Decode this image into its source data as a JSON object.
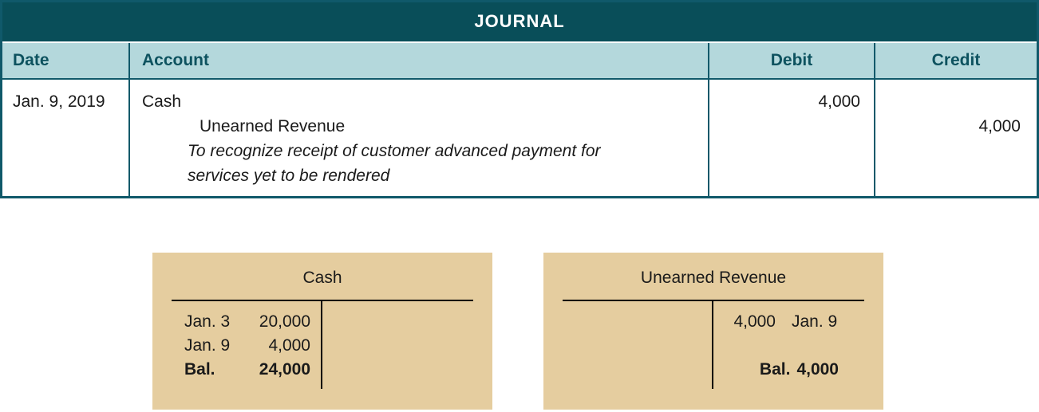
{
  "journal": {
    "title": "JOURNAL",
    "columns": {
      "date": "Date",
      "account": "Account",
      "debit": "Debit",
      "credit": "Credit"
    },
    "entry": {
      "date": "Jan. 9, 2019",
      "debit_account": "Cash",
      "credit_account": "Unearned Revenue",
      "description": "To recognize receipt of customer advanced payment for services yet to be rendered",
      "debit_amount": "4,000",
      "credit_amount": "4,000"
    }
  },
  "t_accounts": {
    "cash": {
      "title": "Cash",
      "debit_rows": [
        {
          "label": "Jan. 3",
          "amount": "20,000"
        },
        {
          "label": "Jan. 9",
          "amount": "4,000"
        }
      ],
      "balance": {
        "label": "Bal.",
        "amount": "24,000"
      }
    },
    "unearned_revenue": {
      "title": "Unearned Revenue",
      "credit_rows": [
        {
          "amount": "4,000",
          "label": "Jan. 9"
        }
      ],
      "balance": {
        "label": "Bal.",
        "amount": "4,000"
      }
    }
  },
  "colors": {
    "header_bg": "#094e59",
    "column_header_bg": "#b4d8dc",
    "column_header_text": "#0d525f",
    "table_border": "#10596a",
    "t_account_bg": "#e5cd9f",
    "text": "#1a1a1a"
  }
}
